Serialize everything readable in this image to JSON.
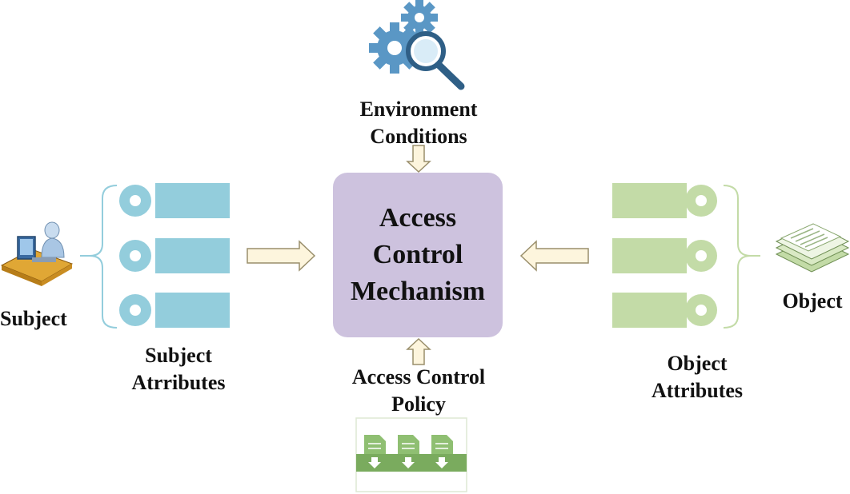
{
  "colors": {
    "mechanism_fill": "#cdc2de",
    "subject_attr": "#93cddc",
    "object_attr": "#c3dba7",
    "arrow_fill": "#fdf5dd",
    "arrow_stroke": "#9a8f6c",
    "gear": "#5a97c5",
    "policy_green": "#8fbf72"
  },
  "mechanism": {
    "line1": "Access",
    "line2": "Control",
    "line3": "Mechanism"
  },
  "environment": {
    "line1": "Environment",
    "line2": "Conditions",
    "icon": "gears-magnifier-icon"
  },
  "subject": {
    "label": "Subject",
    "icon": "user-at-computer-icon"
  },
  "subject_attributes": {
    "line1": "Subject",
    "line2": "Atrributes"
  },
  "object": {
    "label": "Object",
    "icon": "document-stack-icon"
  },
  "object_attributes": {
    "line1": "Object",
    "line2": "Attributes"
  },
  "policy": {
    "line1": "Access Control",
    "line2": "Policy",
    "icon": "policy-files-icon"
  }
}
